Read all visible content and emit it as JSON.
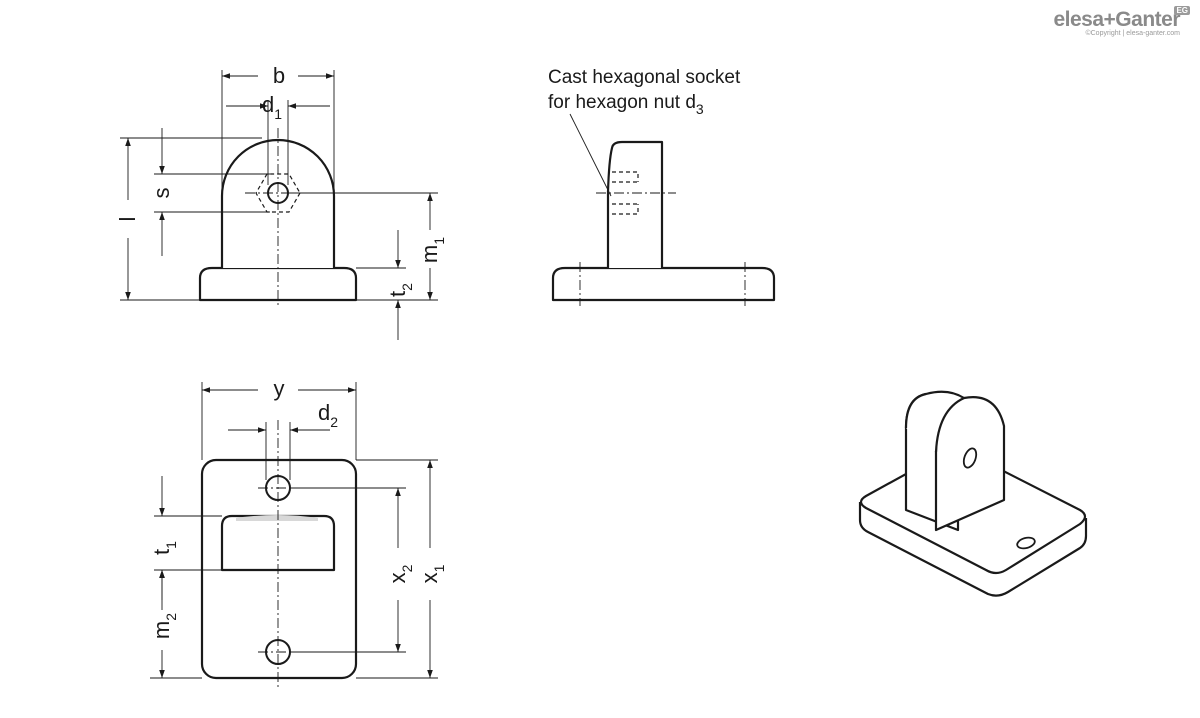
{
  "brand": {
    "name": "elesa+Ganter",
    "copyright": "©Copyright | elesa-ganter.com",
    "badge": "EG"
  },
  "annotation": {
    "line1": "Cast hexagonal socket",
    "line2_prefix": "for hexagon nut d",
    "line2_sub": "3"
  },
  "dimensions": {
    "b": "b",
    "d1": "d",
    "d1_sub": "1",
    "s": "s",
    "l": "l",
    "m1": "m",
    "m1_sub": "1",
    "t2": "t",
    "t2_sub": "2",
    "y": "y",
    "d2": "d",
    "d2_sub": "2",
    "t1": "t",
    "t1_sub": "1",
    "m2": "m",
    "m2_sub": "2",
    "x2": "x",
    "x2_sub": "2",
    "x1": "x",
    "x1_sub": "1"
  },
  "colors": {
    "line": "#1a1a1a",
    "logo": "#8a8a8a",
    "background": "#ffffff"
  }
}
